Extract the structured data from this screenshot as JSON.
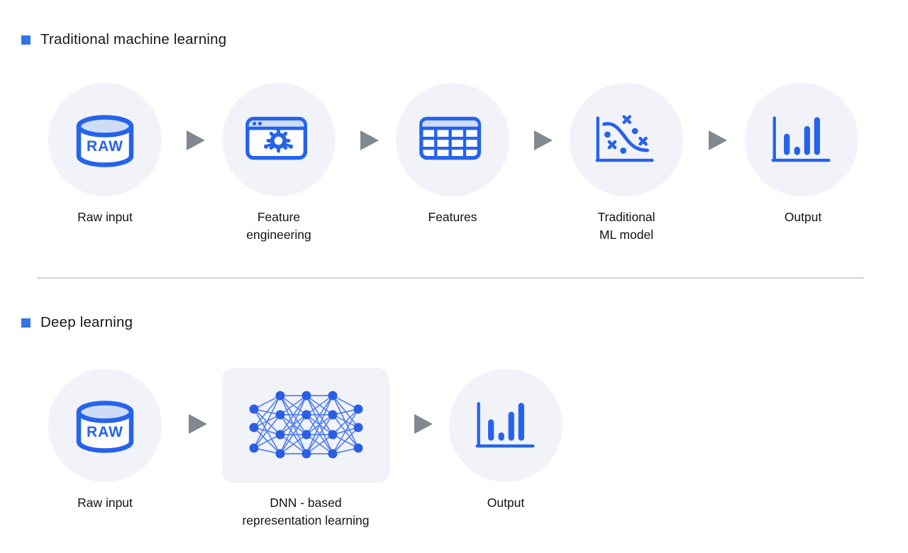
{
  "sections": {
    "traditional": {
      "title": "Traditional machine learning",
      "steps": [
        {
          "icon": "database-icon",
          "label1": "Raw input",
          "label2": ""
        },
        {
          "icon": "browser-gear-icon",
          "label1": "Feature",
          "label2": "engineering"
        },
        {
          "icon": "table-icon",
          "label1": "Features",
          "label2": ""
        },
        {
          "icon": "scatter-curve-icon",
          "label1": "Traditional",
          "label2": "ML model"
        },
        {
          "icon": "bar-chart-icon",
          "label1": "Output",
          "label2": ""
        }
      ]
    },
    "deep": {
      "title": "Deep learning",
      "steps": [
        {
          "icon": "database-icon",
          "label1": "Raw input",
          "label2": ""
        },
        {
          "icon": "neural-network-icon",
          "label1": "DNN - based",
          "label2": "representation learning"
        },
        {
          "icon": "bar-chart-icon",
          "label1": "Output",
          "label2": ""
        }
      ]
    }
  },
  "icons": {
    "database_label": "RAW"
  },
  "colors": {
    "accent_blue": "#2563eb",
    "light_blue_fill": "#cfdcf8",
    "node_background": "#f1f3f9",
    "bullet_blue": "#3273e6",
    "arrow_gray": "#82888f",
    "divider_gray": "#d3d3d4",
    "text_dark": "#17181b"
  }
}
